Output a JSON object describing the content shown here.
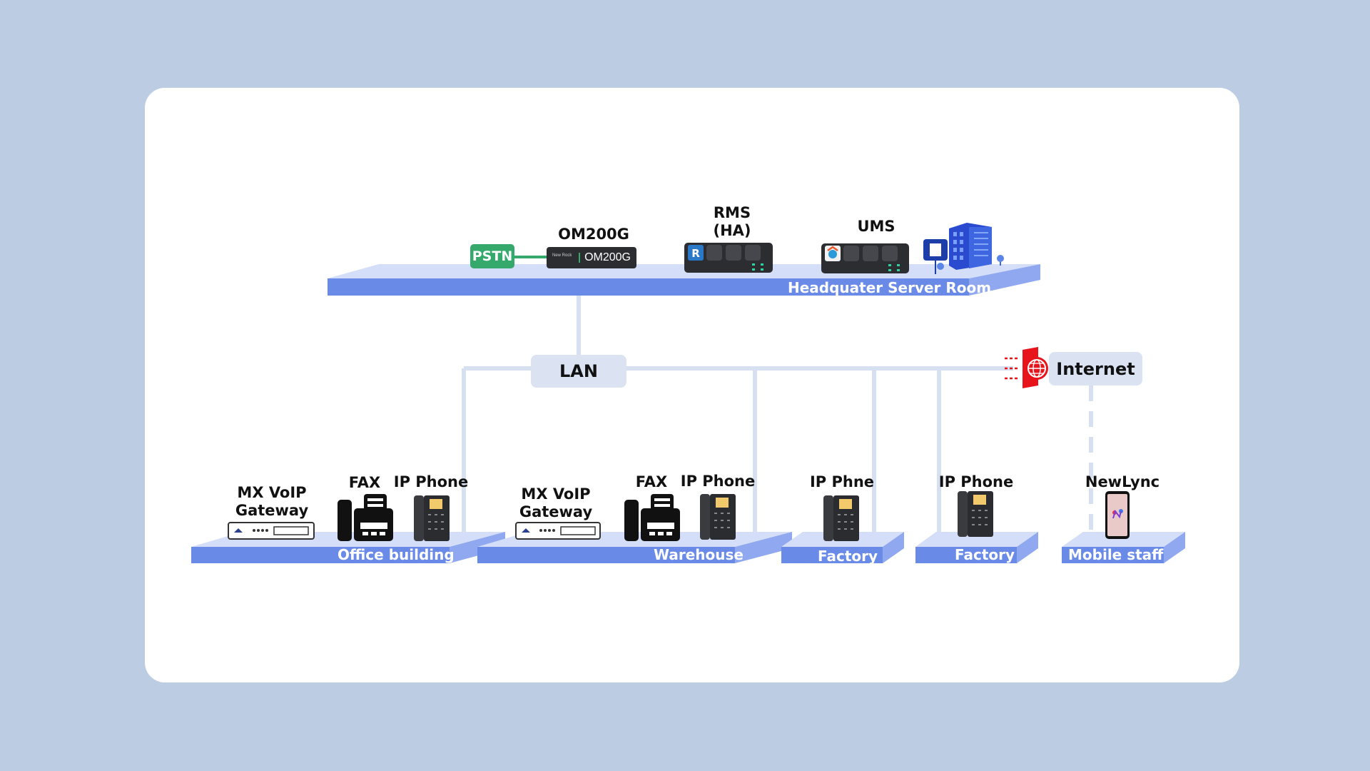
{
  "diagram": {
    "hq": {
      "platform_label": "Headquater Server Room",
      "pstn_label": "PSTN",
      "om_title": "OM200G",
      "om_device_text": "OM200G",
      "om_logo_text": "New Rock",
      "rms_title_line1": "RMS",
      "rms_title_line2": "(HA)",
      "ums_title": "UMS"
    },
    "lan_label": "LAN",
    "internet_label": "Internet",
    "sites": [
      {
        "platform_label": "Office building",
        "gateway_line1": "MX VoIP",
        "gateway_line2": "Gateway",
        "fax_label": "FAX",
        "phone_label": "IP Phone"
      },
      {
        "platform_label": "Warehouse",
        "gateway_line1": "MX VoIP",
        "gateway_line2": "Gateway",
        "fax_label": "FAX",
        "phone_label": "IP Phone"
      },
      {
        "platform_label": "Factory",
        "phone_label": "IP Phne"
      },
      {
        "platform_label": "Factory",
        "phone_label": "IP Phone"
      },
      {
        "platform_label": "Mobile staff",
        "device_label": "NewLync",
        "app_text": "NewLync"
      }
    ],
    "colors": {
      "background": "#bccde3",
      "card": "#ffffff",
      "platform_top": "#d5def8",
      "platform_front": "#6a8ae8",
      "platform_side": "#8fa8f0",
      "line": "#d6e0f0",
      "pstn": "#35a86b",
      "firewall": "#e8141c",
      "building": "#2a4bcf"
    }
  }
}
